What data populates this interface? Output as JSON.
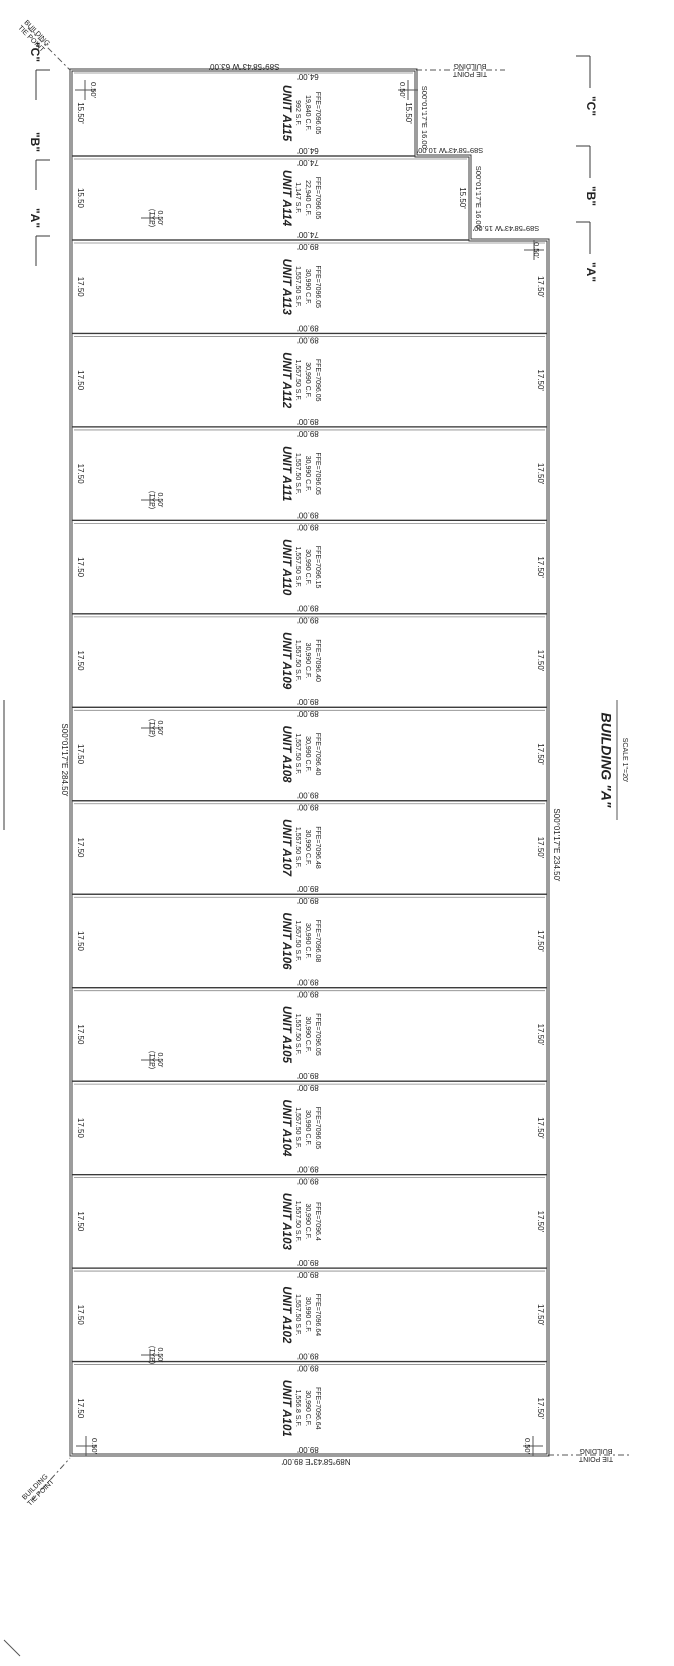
{
  "colors": {
    "line": "#3a3a3a",
    "text": "#222222",
    "background": "#ffffff"
  },
  "building": {
    "title": "BUILDING \"A\"",
    "scale": "SCALE 1\"=20'"
  },
  "sections": [
    {
      "id": "a",
      "label": "\"A\""
    },
    {
      "id": "b",
      "label": "\"B\""
    },
    {
      "id": "c",
      "label": "\"C\""
    }
  ],
  "tie_points": {
    "top_right": "TIE POINT\nBUILDING",
    "bottom_right": "TIE POINT\nBUILDING",
    "top_left": "BUILDING\nTIE POINT",
    "bottom_left": "BUILDING\nTIE POINT"
  },
  "boundary": {
    "top": "S89°58'43\"W 63.00'",
    "bottom": "N89°58'43\"E 89.00'",
    "left": "S00°01'17\"E 284.50'",
    "right": "S00°01'17\"E 234.50'",
    "step_a_line": "S89°58'43\"W 15.00'",
    "step_b_line": "S00°01'17\"E 16.00'",
    "step_b_top": "S89°58'43\"W 10.00'",
    "step_c_line": "S00°01'17\"E 16.00'"
  },
  "offsets": {
    "corner": "0.50'",
    "typical": "0.50'\n(TYP)"
  },
  "units": [
    {
      "name": "UNIT A101",
      "area": "1,556.8 S.F.",
      "volume": "30,990 C.F.",
      "floor": "FFE=7096.64",
      "width_left": "17.50",
      "width_right": "17.50'",
      "depth_top": "89.00'",
      "depth_bottom": "89.00'"
    },
    {
      "name": "UNIT A102",
      "area": "1,557.50 S.F.",
      "volume": "30,990 C.F.",
      "floor": "FFE=7096.64",
      "width_left": "17.50",
      "width_right": "17.50'",
      "depth_top": "89.00'",
      "depth_bottom": "89.00'"
    },
    {
      "name": "UNIT A103",
      "area": "1,557.50 S.F.",
      "volume": "30,990 C.F.",
      "floor": "FFE=7096.4",
      "width_left": "17.50",
      "width_right": "17.50'",
      "depth_top": "89.00'",
      "depth_bottom": "89.00'"
    },
    {
      "name": "UNIT A104",
      "area": "1,557.50 S.F.",
      "volume": "30,990 C.F.",
      "floor": "FFE=7096.05",
      "width_left": "17.50",
      "width_right": "17.50'",
      "depth_top": "89.00'",
      "depth_bottom": "89.00'"
    },
    {
      "name": "UNIT A105",
      "area": "1,557.50 S.F.",
      "volume": "30,990 C.F.",
      "floor": "FFE=7096.05",
      "width_left": "17.50",
      "width_right": "17.50'",
      "depth_top": "89.00'",
      "depth_bottom": "89.00'"
    },
    {
      "name": "UNIT A106",
      "area": "1,557.50 S.F.",
      "volume": "30,990 C.F.",
      "floor": "FFE=7096.08",
      "width_left": "17.50",
      "width_right": "17.50'",
      "depth_top": "89.00'",
      "depth_bottom": "89.00'"
    },
    {
      "name": "UNIT A107",
      "area": "1,557.50 S.F.",
      "volume": "30,990 C.F.",
      "floor": "FFE=7096.48",
      "width_left": "17.50",
      "width_right": "17.50'",
      "depth_top": "89.00'",
      "depth_bottom": "89.00'"
    },
    {
      "name": "UNIT A108",
      "area": "1,557.50 S.F.",
      "volume": "30,990 C.F.",
      "floor": "FFE=7096.40",
      "width_left": "17.50",
      "width_right": "17.50'",
      "depth_top": "89.00'",
      "depth_bottom": "89.00'"
    },
    {
      "name": "UNIT A109",
      "area": "1,557.50 S.F.",
      "volume": "30,990 C.F.",
      "floor": "FFE=7096.40",
      "width_left": "17.50",
      "width_right": "17.50'",
      "depth_top": "89.00'",
      "depth_bottom": "89.00'"
    },
    {
      "name": "UNIT A110",
      "area": "1,557.50 S.F.",
      "volume": "30,990 C.F.",
      "floor": "FFE=7096.15",
      "width_left": "17.50",
      "width_right": "17.50'",
      "depth_top": "89.00'",
      "depth_bottom": "89.00'"
    },
    {
      "name": "UNIT A111",
      "area": "1,557.50 S.F.",
      "volume": "30,990 C.F.",
      "floor": "FFE=7096.05",
      "width_left": "17.50",
      "width_right": "17.50'",
      "depth_top": "89.00'",
      "depth_bottom": "89.00'"
    },
    {
      "name": "UNIT A112",
      "area": "1,557.50 S.F.",
      "volume": "30,990 C.F.",
      "floor": "FFE=7096.05",
      "width_left": "17.50",
      "width_right": "17.50'",
      "depth_top": "89.00'",
      "depth_bottom": "89.00'"
    },
    {
      "name": "UNIT A113",
      "area": "1,557.50 S.F.",
      "volume": "30,990 C.F.",
      "floor": "FFE=7096.05",
      "width_left": "17.50",
      "width_right": "17.50'",
      "depth_top": "89.00'",
      "depth_bottom": "89.00'"
    },
    {
      "name": "UNIT A114",
      "area": "1,147 S.F.",
      "volume": "22,940 C.F.",
      "floor": "FFE=7096.05",
      "width_left": "15.50",
      "width_right": "15.50'",
      "depth_top": "74.00'",
      "depth_bottom": "74.00'"
    },
    {
      "name": "UNIT A115",
      "area": "992 S.F.",
      "volume": "19,840 C.F.",
      "floor": "FFE=7096.05",
      "width_left": "15.50'",
      "width_right": "15.50'",
      "depth_top": "64.00'",
      "depth_bottom": "64.00'"
    }
  ]
}
